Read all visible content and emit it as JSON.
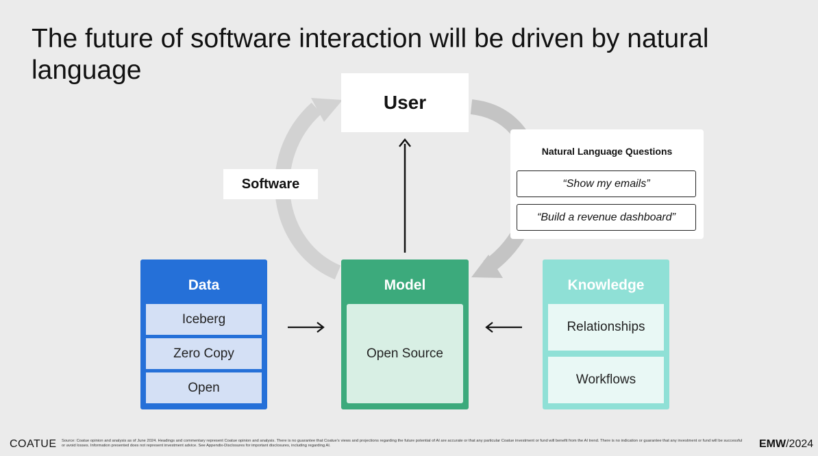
{
  "title": "The future of software interaction will be driven by natural language",
  "nodes": {
    "user": "User",
    "software": "Software"
  },
  "questions": {
    "title": "Natural Language Questions",
    "items": [
      "“Show my emails”",
      "“Build a revenue dashboard”"
    ]
  },
  "columns": {
    "data": {
      "header": "Data",
      "items": [
        "Iceberg",
        "Zero Copy",
        "Open"
      ],
      "color": "#2570d8"
    },
    "model": {
      "header": "Model",
      "items": [
        "Open Source"
      ],
      "color": "#3caa7c"
    },
    "knowledge": {
      "header": "Knowledge",
      "items": [
        "Relationships",
        "Workflows"
      ],
      "color": "#8fe0d6"
    }
  },
  "footer": {
    "brand": "COATUE",
    "source": "Source: Coatue opinion and analysis as of June 2024. Headings and commentary represent Coatue opinion and analysis. There is no guarantee that Coatue’s views and projections regarding the future potential of AI are accurate or that any particular Coatue investment or fund will benefit from the AI trend.  There is no indication or guarantee that any investment or fund will be successful or avoid losses. Information presented does not represent investment advice. See Appendix-Disclosures for important disclosures, including regarding AI.",
    "event": "EMW",
    "year": "/2024"
  }
}
